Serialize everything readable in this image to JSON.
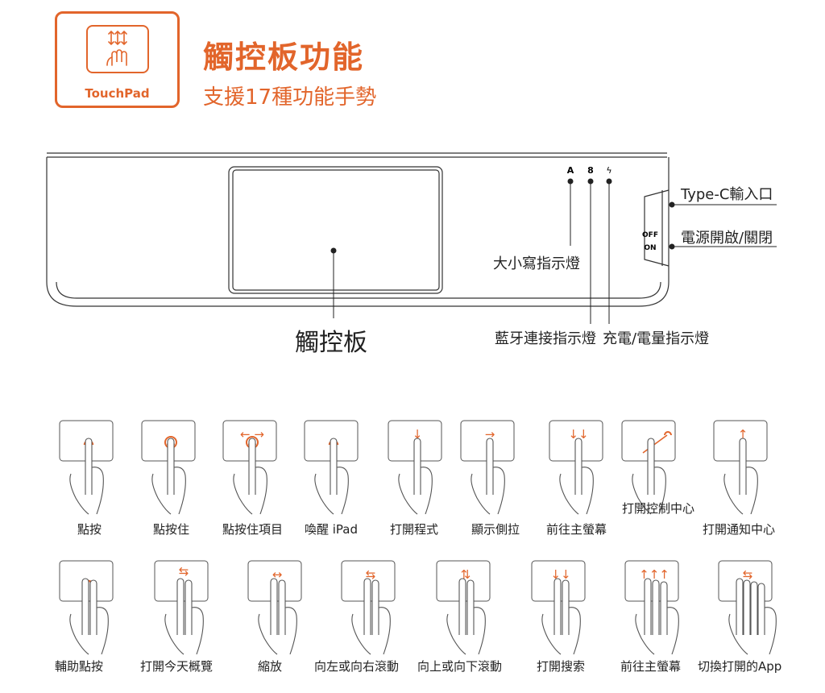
{
  "header": {
    "badge_label": "TouchPad",
    "title": "觸控板功能",
    "subtitle": "支援17種功能手勢"
  },
  "device": {
    "indicator_letters": {
      "caps": "A",
      "bt": "8",
      "charge": "ϟ"
    },
    "switch_off": "OFF",
    "switch_on": "ON",
    "callouts": {
      "typec": "Type-C輸入口",
      "power": "電源開啟/關閉",
      "caps": "大小寫指示燈",
      "touchpad": "觸控板",
      "bt": "藍牙連接指示燈",
      "charge": "充電/電量指示燈"
    }
  },
  "gestures_row1": [
    {
      "label": "點按",
      "arrow": ""
    },
    {
      "label": "點按住",
      "arrow": ""
    },
    {
      "label": "點按住項目",
      "arrow": "←  →"
    },
    {
      "label": "喚醒 iPad",
      "arrow": ""
    },
    {
      "label": "打開程式",
      "arrow": "↓"
    },
    {
      "label": "顯示側拉",
      "arrow": "→"
    },
    {
      "label": "前往主螢幕",
      "arrow": "↓↓"
    },
    {
      "label": "打開控制中心",
      "arrow": ""
    },
    {
      "label": "打開通知中心",
      "arrow": "↑"
    }
  ],
  "gestures_row2": [
    {
      "label": "輔助點按",
      "arrow": ""
    },
    {
      "label": "打開今天概覽",
      "arrow": "⇆"
    },
    {
      "label": "縮放",
      "arrow": "↔"
    },
    {
      "label": "向左或向右滾動",
      "arrow": "⇆"
    },
    {
      "label": "向上或向下滾動",
      "arrow": "⇅"
    },
    {
      "label": "打開搜索",
      "arrow": "↓↓"
    },
    {
      "label": "前往主螢幕",
      "arrow": "↑↑↑"
    },
    {
      "label": "切換打開的App",
      "arrow": "⇆"
    }
  ],
  "colors": {
    "accent": "#e2652b",
    "line": "#333333"
  }
}
